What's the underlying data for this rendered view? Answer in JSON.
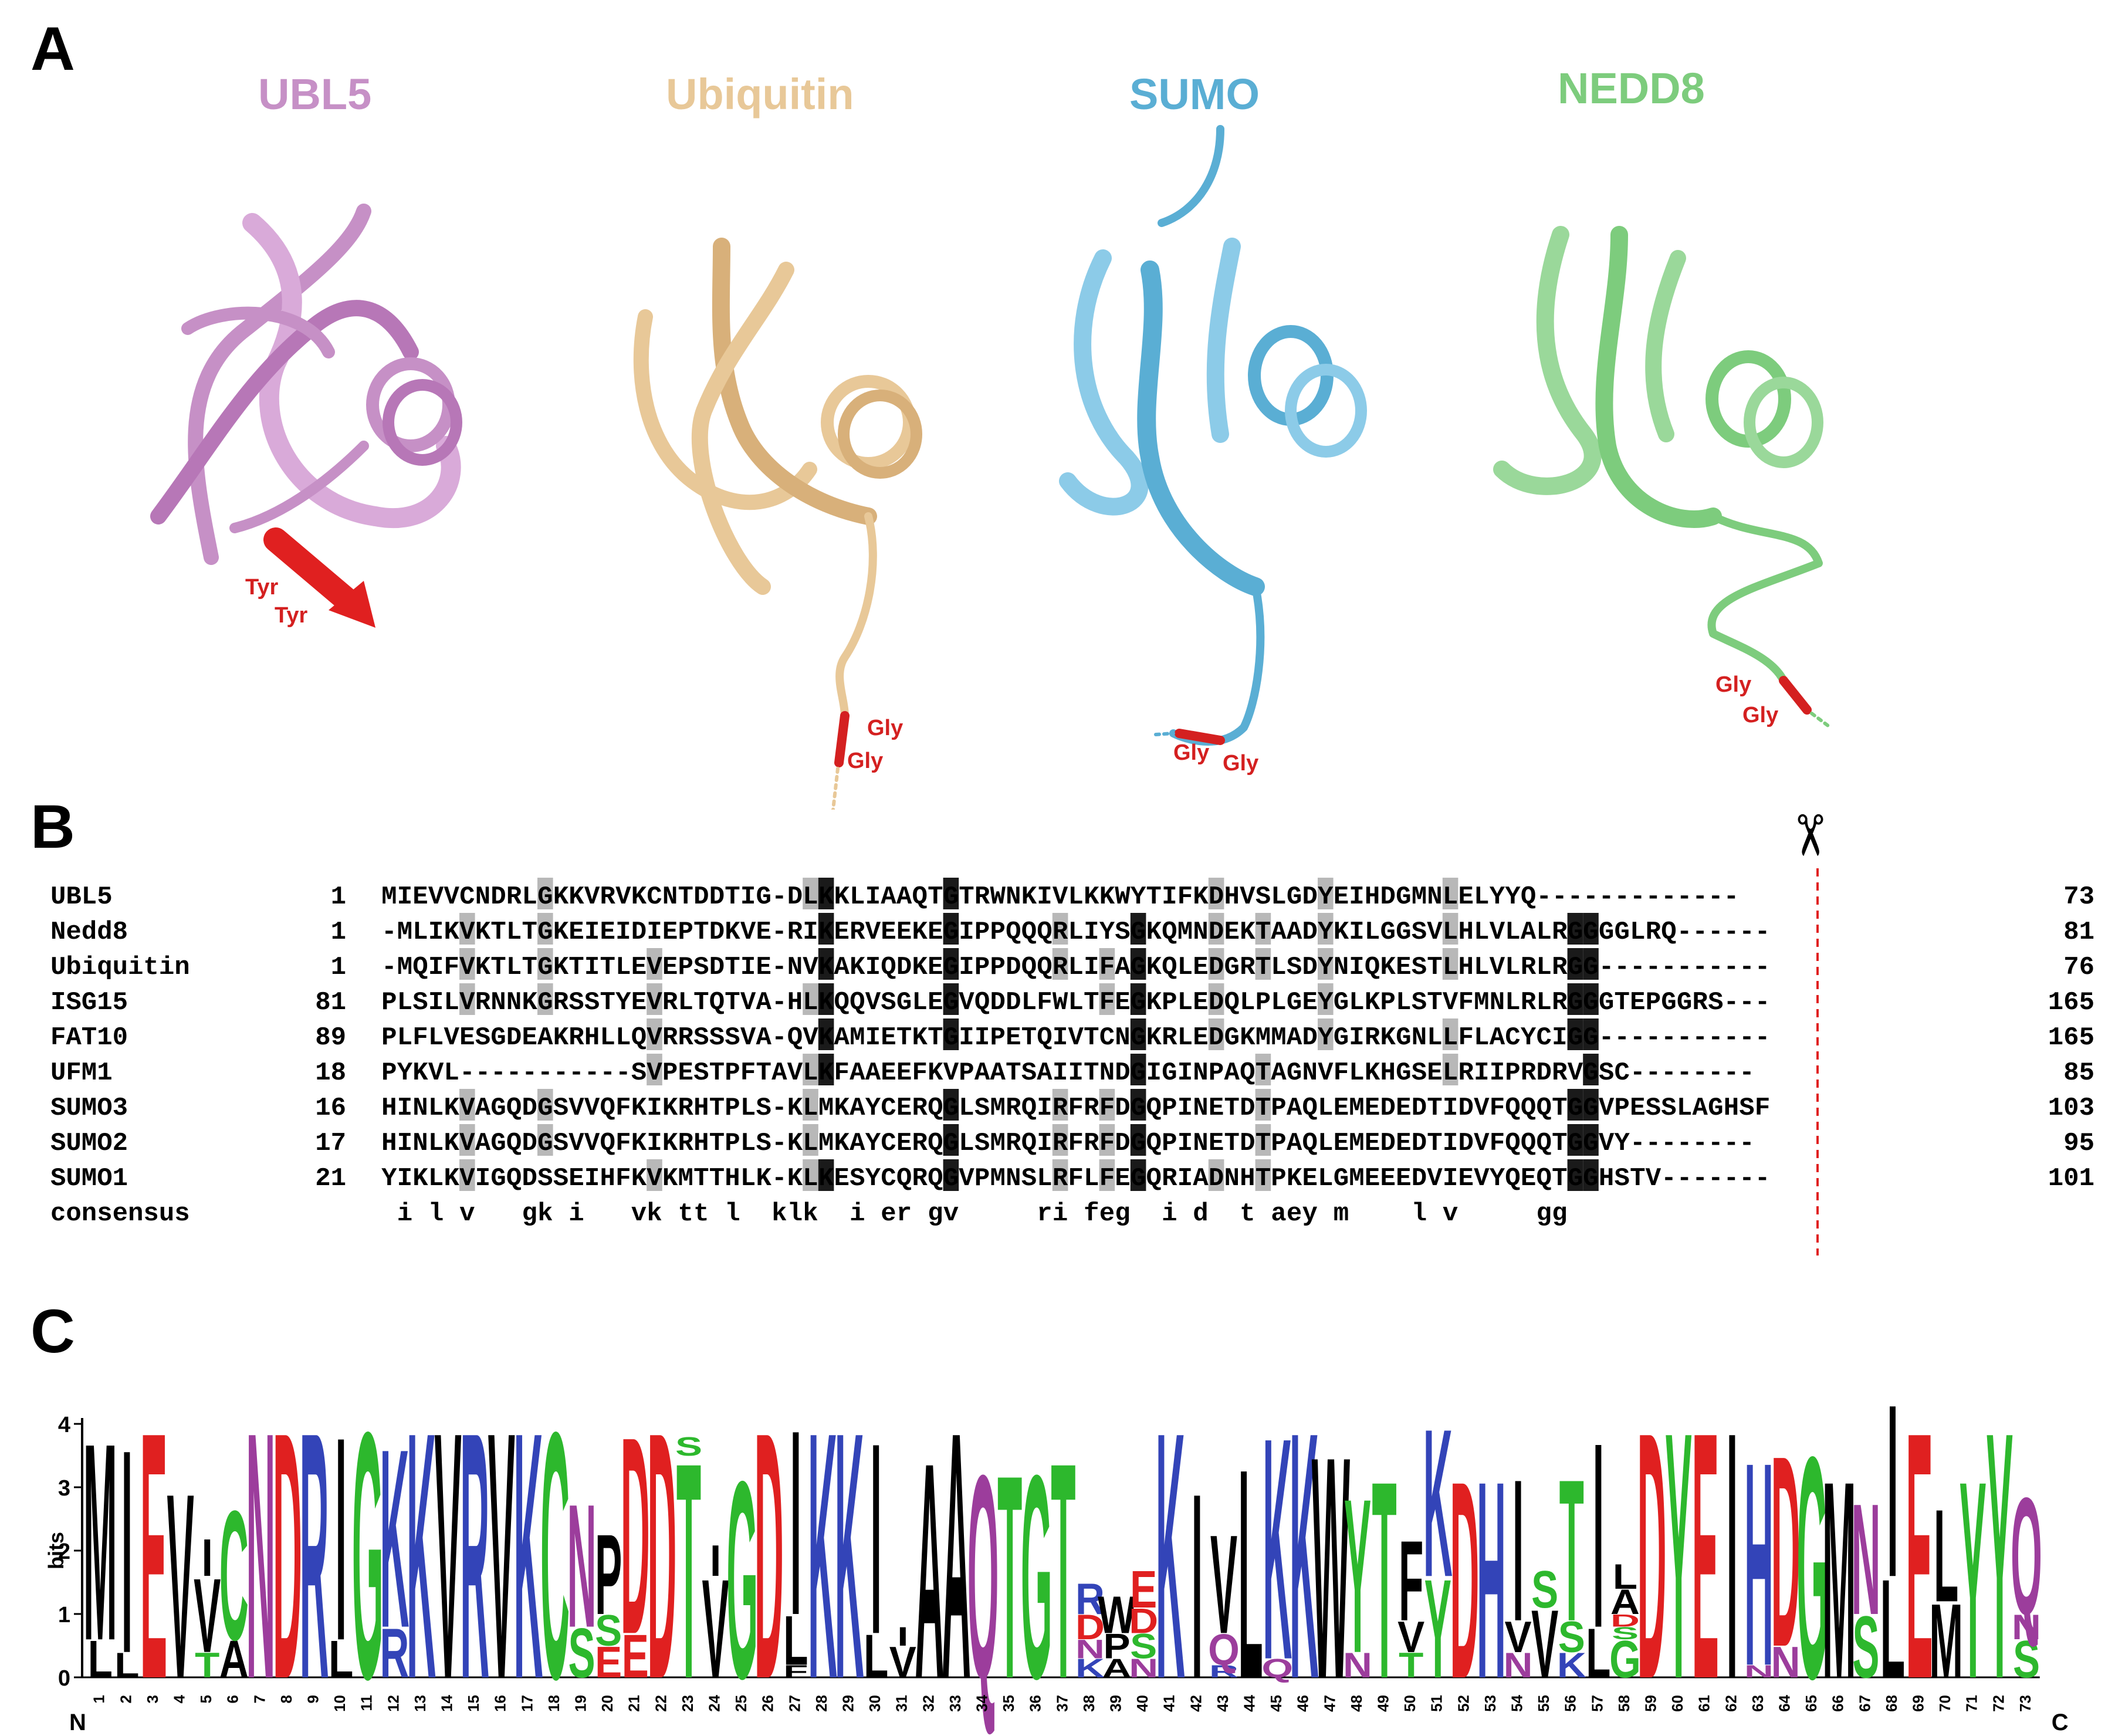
{
  "figure": {
    "panel_a": {
      "label": "A",
      "structures": [
        {
          "name": "UBL5",
          "color": "#c690c6",
          "annotations": [
            "Tyr",
            "Tyr"
          ]
        },
        {
          "name": "Ubiquitin",
          "color": "#e8c898",
          "annotations": [
            "Gly",
            "Gly"
          ]
        },
        {
          "name": "SUMO",
          "color": "#5aaed4",
          "annotations": [
            "Gly",
            "Gly"
          ]
        },
        {
          "name": "NEDD8",
          "color": "#7dcc7d",
          "annotations": [
            "Gly",
            "Gly"
          ]
        }
      ]
    },
    "panel_b": {
      "label": "B",
      "scissors": "✂",
      "alignment": {
        "rows": [
          {
            "name": "UBL5",
            "start": "1",
            "seq": "MIEVVCNDRLGKKVRVKCNTDDTIG-DLKKLIAAQTGTRWNKIVLKKWYTIFKDHVSLGDYEIHDGMNLELYYQ-------------",
            "end": "73"
          },
          {
            "name": "Nedd8",
            "start": "1",
            "seq": "-MLIKVKTLTGKEIEIDIEPTDKVE-RIKERVEEKEGIPPQQQRLIYSGKQMNDEKTAADYKILGGSVLHLVLALRGGGGLRQ------",
            "end": "81"
          },
          {
            "name": "Ubiquitin",
            "start": "1",
            "seq": "-MQIFVKTLTGKTITLEVEPSDTIE-NVKAKIQDKEGIPPDQQRLIFAGKQLEDGRTLSDYNIQKESTLHLVLRLRGG-----------",
            "end": "76"
          },
          {
            "name": "ISG15",
            "start": "81",
            "seq": "PLSILVRNNKGRSSTYEVRLTQTVA-HLKQQVSGLEGVQDDLFWLTFEGKPLEDQLPLGEYGLKPLSTVFMNLRLRGGGTEPGGRS---",
            "end": "165"
          },
          {
            "name": "FAT10",
            "start": "89",
            "seq": "PLFLVESGDEAKRHLLQVRRSSSVA-QVKAMIETKTGIIPETQIVTCNGKRLEDGKMMADYGIRKGNLLFLACYCIGG-----------",
            "end": "165"
          },
          {
            "name": "UFM1",
            "start": "18",
            "seq": "PYKVL-----------SVPESTPFTAVLKFAAEEFKVPAATSAIITNDGIGINPAQTAGNVFLKHGSELRIIPRDRVGSC--------",
            "end": "85"
          },
          {
            "name": "SUMO3",
            "start": "16",
            "seq": "HINLKVAGQDGSVVQFKIKRHTPLS-KLMKAYCERQGLSMRQIRFRFDGQPINETDTPAQLEMEDEDTIDVFQQQTGGVPESSLAGHSF",
            "end": "103"
          },
          {
            "name": "SUMO2",
            "start": "17",
            "seq": "HINLKVAGQDGSVVQFKIKRHTPLS-KLMKAYCERQGLSMRQIRFRFDGQPINETDTPAQLEMEDEDTIDVFQQQTGGVY--------",
            "end": "95"
          },
          {
            "name": "SUMO1",
            "start": "21",
            "seq": "YIKLKVIGQDSSEIHFKVKMTTHLK-KLKESYCQRQGVPMNSLRFLFEGQRIADNHTPKELGMEEEDVIEVYQEQTGGHSTV-------",
            "end": "101"
          }
        ],
        "consensus": {
          "name": "consensus",
          "seq": " i l v   gk i   vk tt l  klk  i er gv     ri feg  i d  t aey m    l v     gg"
        }
      }
    },
    "panel_c": {
      "label": "C",
      "y_axis_title": "bits",
      "y_ticks": [
        "0",
        "1",
        "2",
        "3",
        "4"
      ],
      "n_label": "N",
      "c_label": "C",
      "positions": [
        "1",
        "2",
        "3",
        "4",
        "5",
        "6",
        "7",
        "8",
        "9",
        "10",
        "11",
        "12",
        "13",
        "14",
        "15",
        "16",
        "17",
        "18",
        "19",
        "20",
        "21",
        "22",
        "23",
        "24",
        "25",
        "26",
        "27",
        "28",
        "29",
        "30",
        "31",
        "32",
        "33",
        "34",
        "35",
        "36",
        "37",
        "38",
        "39",
        "40",
        "41",
        "42",
        "43",
        "44",
        "45",
        "46",
        "47",
        "48",
        "49",
        "50",
        "51",
        "52",
        "53",
        "54",
        "55",
        "56",
        "57",
        "58",
        "59",
        "60",
        "61",
        "62",
        "63",
        "64",
        "65",
        "66",
        "67",
        "68",
        "69",
        "70",
        "71",
        "72",
        "73"
      ],
      "logo_columns": [
        [
          [
            "L",
            0.6
          ],
          [
            "M",
            3.2
          ]
        ],
        [
          [
            "L",
            0.4
          ],
          [
            "I",
            3.3
          ]
        ],
        [
          [
            "E",
            4.0
          ]
        ],
        [
          [
            "V",
            3.0
          ]
        ],
        [
          [
            "T",
            0.4
          ],
          [
            "V",
            1.2
          ],
          [
            "I",
            0.6
          ]
        ],
        [
          [
            "A",
            0.6
          ],
          [
            "C",
            2.1
          ]
        ],
        [
          [
            "N",
            4.0
          ]
        ],
        [
          [
            "D",
            4.0
          ]
        ],
        [
          [
            "R",
            4.0
          ]
        ],
        [
          [
            "L",
            0.6
          ],
          [
            "I",
            3.3
          ]
        ],
        [
          [
            "G",
            4.0
          ]
        ],
        [
          [
            "R",
            0.8
          ],
          [
            "K",
            2.9
          ]
        ],
        [
          [
            "K",
            4.0
          ]
        ],
        [
          [
            "V",
            4.0
          ]
        ],
        [
          [
            "R",
            4.0
          ]
        ],
        [
          [
            "V",
            4.0
          ]
        ],
        [
          [
            "K",
            4.0
          ]
        ],
        [
          [
            "C",
            4.0
          ]
        ],
        [
          [
            "S",
            0.8
          ],
          [
            "N",
            2.0
          ]
        ],
        [
          [
            "E",
            0.5
          ],
          [
            "S",
            0.5
          ],
          [
            "P",
            1.3
          ]
        ],
        [
          [
            "E",
            0.7
          ],
          [
            "D",
            3.2
          ]
        ],
        [
          [
            "D",
            4.0
          ]
        ],
        [
          [
            "T",
            3.5
          ],
          [
            "S",
            0.3
          ]
        ],
        [
          [
            "V",
            1.6
          ],
          [
            "I",
            0.5
          ]
        ],
        [
          [
            "G",
            3.2
          ]
        ],
        [
          [
            "D",
            4.0
          ]
        ],
        [
          [
            "F",
            0.2
          ],
          [
            "L",
            0.8
          ],
          [
            "I",
            3.0
          ]
        ],
        [
          [
            "K",
            4.0
          ]
        ],
        [
          [
            "K",
            4.0
          ]
        ],
        [
          [
            "L",
            0.7
          ],
          [
            "I",
            3.1
          ]
        ],
        [
          [
            "V",
            0.5
          ],
          [
            "I",
            0.3
          ]
        ],
        [
          [
            "A",
            3.5
          ]
        ],
        [
          [
            "A",
            4.0
          ]
        ],
        [
          [
            "Q",
            3.3
          ]
        ],
        [
          [
            "T",
            3.3
          ]
        ],
        [
          [
            "G",
            3.3
          ]
        ],
        [
          [
            "T",
            3.5
          ]
        ],
        [
          [
            "K",
            0.3
          ],
          [
            "N",
            0.3
          ],
          [
            "D",
            0.4
          ],
          [
            "R",
            0.5
          ]
        ],
        [
          [
            "A",
            0.3
          ],
          [
            "P",
            0.4
          ],
          [
            "W",
            0.6
          ]
        ],
        [
          [
            "N",
            0.3
          ],
          [
            "S",
            0.4
          ],
          [
            "D",
            0.4
          ],
          [
            "E",
            0.6
          ]
        ],
        [
          [
            "K",
            4.0
          ]
        ],
        [
          [
            "I",
            3.0
          ]
        ],
        [
          [
            "R",
            0.2
          ],
          [
            "Q",
            0.5
          ],
          [
            "V",
            1.6
          ]
        ],
        [
          [
            "L",
            3.4
          ]
        ],
        [
          [
            "Q",
            0.3
          ],
          [
            "K",
            3.6
          ]
        ],
        [
          [
            "K",
            4.0
          ]
        ],
        [
          [
            "W",
            3.6
          ]
        ],
        [
          [
            "N",
            0.4
          ],
          [
            "Y",
            2.5
          ]
        ],
        [
          [
            "T",
            3.2
          ]
        ],
        [
          [
            "T",
            0.4
          ],
          [
            "V",
            0.5
          ],
          [
            "F",
            1.3
          ]
        ],
        [
          [
            "Y",
            1.6
          ],
          [
            "K",
            2.4
          ]
        ],
        [
          [
            "D",
            3.2
          ]
        ],
        [
          [
            "H",
            3.2
          ]
        ],
        [
          [
            "N",
            0.4
          ],
          [
            "V",
            0.5
          ],
          [
            "I",
            2.3
          ]
        ],
        [
          [
            "V",
            1.1
          ],
          [
            "S",
            0.6
          ]
        ],
        [
          [
            "K",
            0.4
          ],
          [
            "S",
            0.5
          ],
          [
            "T",
            2.3
          ]
        ],
        [
          [
            "L",
            0.8
          ],
          [
            "I",
            3.0
          ]
        ],
        [
          [
            "G",
            0.6
          ],
          [
            "S",
            0.2
          ],
          [
            "D",
            0.2
          ],
          [
            "A",
            0.4
          ],
          [
            "L",
            0.4
          ]
        ],
        [
          [
            "D",
            4.0
          ]
        ],
        [
          [
            "Y",
            4.0
          ]
        ],
        [
          [
            "E",
            4.0
          ]
        ],
        [
          [
            "I",
            4.0
          ]
        ],
        [
          [
            "N",
            0.2
          ],
          [
            "H",
            3.3
          ]
        ],
        [
          [
            "N",
            0.5
          ],
          [
            "D",
            3.1
          ]
        ],
        [
          [
            "G",
            3.6
          ]
        ],
        [
          [
            "M",
            3.2
          ]
        ],
        [
          [
            "S",
            1.0
          ],
          [
            "N",
            1.8
          ]
        ],
        [
          [
            "L",
            1.6
          ],
          [
            "I",
            2.8
          ]
        ],
        [
          [
            "E",
            4.0
          ]
        ],
        [
          [
            "M",
            1.2
          ],
          [
            "L",
            1.5
          ]
        ],
        [
          [
            "Y",
            3.2
          ]
        ],
        [
          [
            "Y",
            4.0
          ]
        ],
        [
          [
            "S",
            0.6
          ],
          [
            "N",
            0.4
          ],
          [
            "Q",
            1.9
          ]
        ]
      ]
    }
  },
  "colors": {
    "hydrophobic": "#000000",
    "acidic": "#e02020",
    "basic": "#3344b8",
    "polar": "#2db82d",
    "amide": "#9c3d9c",
    "highlight_dark": "#1a1a1a",
    "highlight_gray": "#b8b8b8",
    "cleavage_line": "#e02020"
  }
}
